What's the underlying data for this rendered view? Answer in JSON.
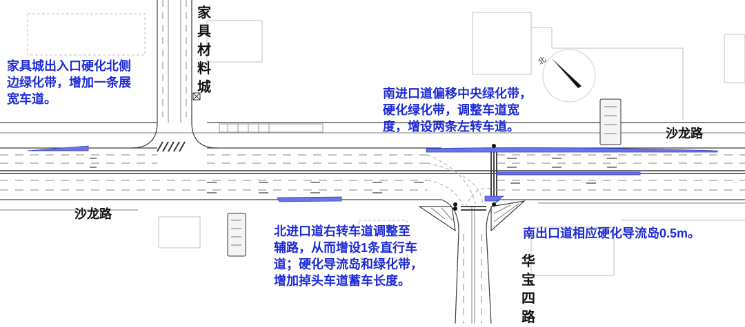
{
  "notes": {
    "northwest": "家具城出入口硬化北侧边绿化带，增加一条展宽车道。",
    "northeast": "南进口道偏移中央绿化带，硬化绿化带，调整车道宽度，增设两条左转车道。",
    "center": "北进口道右转车道调整至辅路，从而增设1条直行车道；硬化导流岛和绿化带，增加掉头车道蓄车长度。",
    "east": "南出口道相应硬化导流岛0.5m。"
  },
  "note_lines": {
    "northwest": [
      "家具城出入口硬化北侧",
      "边绿化带，增加一条展",
      "宽车道。"
    ],
    "northeast": [
      "南进口道偏移中央绿化带，",
      "硬化绿化带，调整车道宽",
      "度，增设两条左转车道。"
    ],
    "center": [
      "北进口道右转车道调整至",
      "辅路，从而增设1条直行车",
      "道；硬化导流岛和绿化带，",
      "增加掉头车道蓄车长度。"
    ],
    "east": [
      "南出口道相应硬化导流岛0.5m。"
    ]
  },
  "labels": {
    "road_west": "沙龙路",
    "road_east": "沙龙路",
    "furniture_city": "家具材料城",
    "cross_road": "华宝四路",
    "north_mark": "北"
  },
  "colors": {
    "annotation": "#1d2bd6",
    "hardened_area": "#6b73e6",
    "road_line": "#3c3c3c",
    "lane_marking": "#8a8a8a",
    "building_line": "#b0b0b0"
  }
}
